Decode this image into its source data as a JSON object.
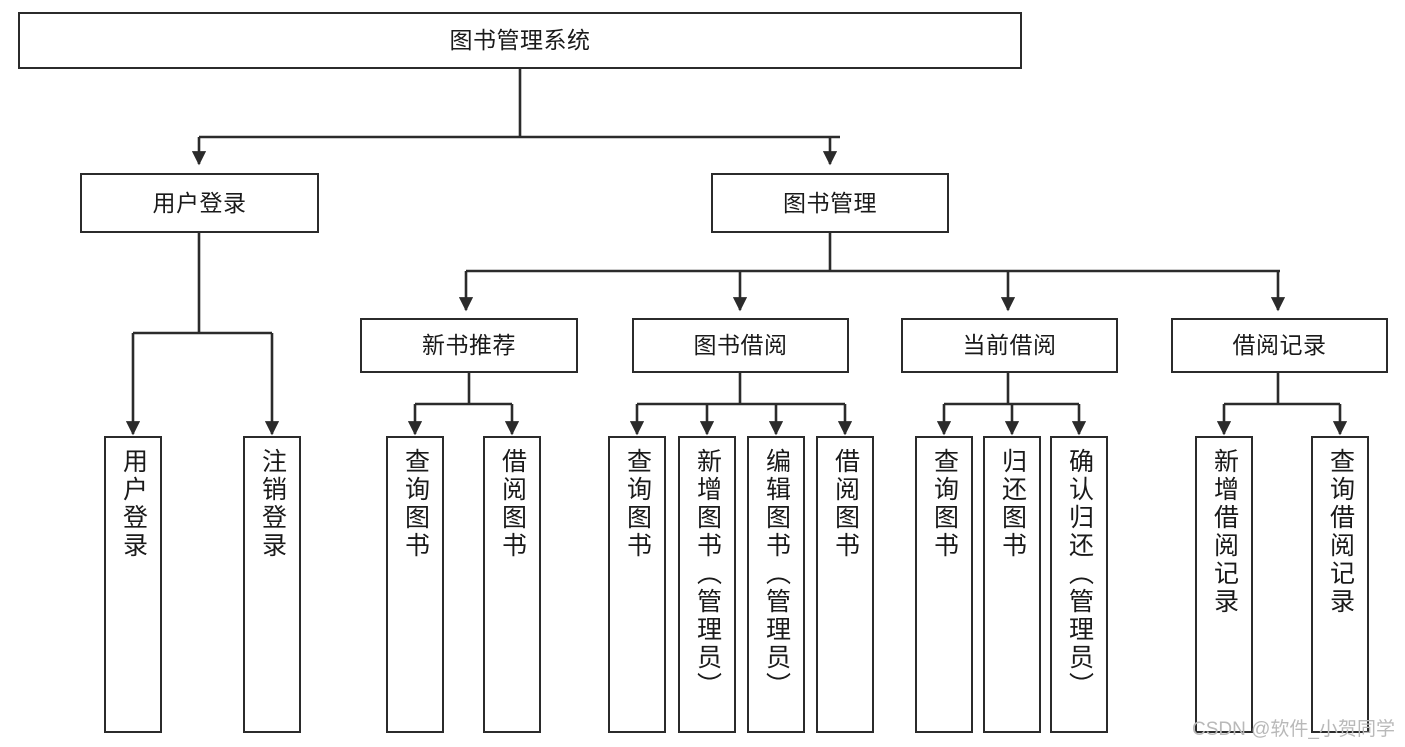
{
  "diagram": {
    "type": "tree-hierarchy-chart",
    "title": "图书管理系统",
    "levels": 4,
    "root": {
      "id": "root",
      "label": "图书管理系统",
      "orientation": "horizontal"
    },
    "level2": [
      {
        "id": "user-login",
        "label": "用户登录",
        "orientation": "horizontal"
      },
      {
        "id": "book-management",
        "label": "图书管理",
        "orientation": "horizontal"
      }
    ],
    "level3": [
      {
        "id": "new-book-recommend",
        "label": "新书推荐",
        "orientation": "horizontal",
        "parent": "book-management"
      },
      {
        "id": "book-borrow",
        "label": "图书借阅",
        "orientation": "horizontal",
        "parent": "book-management"
      },
      {
        "id": "current-borrow",
        "label": "当前借阅",
        "orientation": "horizontal",
        "parent": "book-management"
      },
      {
        "id": "borrow-record",
        "label": "借阅记录",
        "orientation": "horizontal",
        "parent": "book-management"
      }
    ],
    "leaves": [
      {
        "id": "leaf-user-login",
        "label": "用户登录",
        "parent": "user-login",
        "orientation": "vertical"
      },
      {
        "id": "leaf-logout-login",
        "label": "注销登录",
        "parent": "user-login",
        "orientation": "vertical"
      },
      {
        "id": "leaf-query-book-1",
        "label": "查询图书",
        "parent": "new-book-recommend",
        "orientation": "vertical"
      },
      {
        "id": "leaf-borrow-book-1",
        "label": "借阅图书",
        "parent": "new-book-recommend",
        "orientation": "vertical"
      },
      {
        "id": "leaf-query-book-2",
        "label": "查询图书",
        "parent": "book-borrow",
        "orientation": "vertical"
      },
      {
        "id": "leaf-add-book",
        "label": "新增图书（管理员）",
        "parent": "book-borrow",
        "orientation": "vertical"
      },
      {
        "id": "leaf-edit-book",
        "label": "编辑图书（管理员）",
        "parent": "book-borrow",
        "orientation": "vertical"
      },
      {
        "id": "leaf-borrow-book-2",
        "label": "借阅图书",
        "parent": "book-borrow",
        "orientation": "vertical"
      },
      {
        "id": "leaf-query-book-3",
        "label": "查询图书",
        "parent": "current-borrow",
        "orientation": "vertical"
      },
      {
        "id": "leaf-return-book",
        "label": "归还图书",
        "parent": "current-borrow",
        "orientation": "vertical"
      },
      {
        "id": "leaf-confirm-return",
        "label": "确认归还（管理员）",
        "parent": "current-borrow",
        "orientation": "vertical"
      },
      {
        "id": "leaf-add-record",
        "label": "新增借阅记录",
        "parent": "borrow-record",
        "orientation": "vertical"
      },
      {
        "id": "leaf-query-record",
        "label": "查询借阅记录",
        "parent": "borrow-record",
        "orientation": "vertical"
      }
    ],
    "watermark": "CSDN @软件_小贺同学",
    "colors": {
      "stroke": "#2b2b2b",
      "fill": "#ffffff",
      "text": "#1a1a1a",
      "watermark": "#b9b9b9"
    }
  }
}
